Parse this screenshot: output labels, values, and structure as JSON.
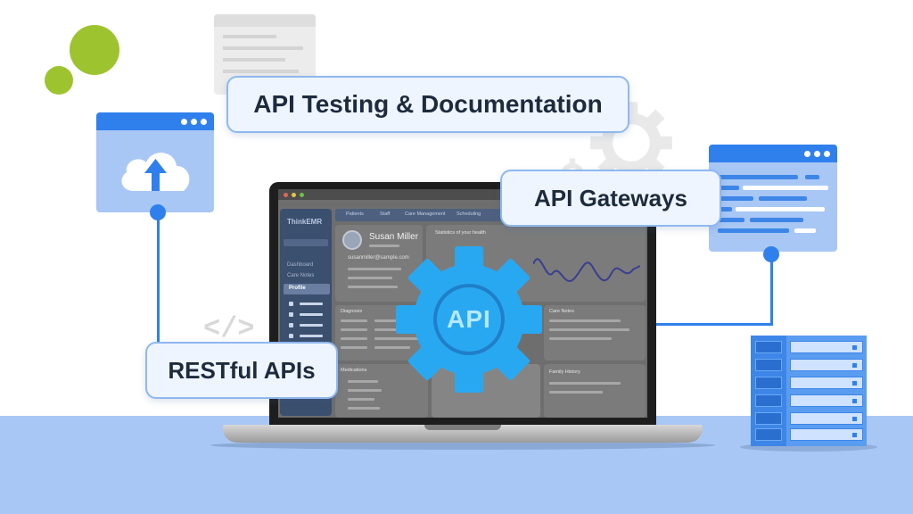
{
  "labels": {
    "api_testing": "API Testing & Documentation",
    "api_gateways": "API Gateways",
    "restful_apis": "RESTful APIs",
    "gear_label": "API",
    "code_glyph": "</>"
  },
  "screen": {
    "logo": "ThinkEMR",
    "sidebar_items": [
      "Dashboard",
      "Care Notes",
      "Profile"
    ],
    "nav_items": [
      "Patients",
      "Staff",
      "Care Management",
      "Scheduling"
    ],
    "profile_name": "Susan Miller",
    "profile_email": "susanmiller@sample.com",
    "stats_title": "Statistics of your health",
    "cards": {
      "diagnosis": "Diagnosis",
      "medications": "Medications",
      "care_notes": "Care Notes",
      "family_history": "Family History"
    }
  },
  "colors": {
    "accent_blue": "#2f80ed",
    "gear_blue": "#29a8f2",
    "green": "#9dc42f",
    "floor": "#a9c7f5"
  },
  "icons": [
    "cloud-upload-icon",
    "gear-icon",
    "server-icon",
    "code-icon",
    "window-icon"
  ]
}
